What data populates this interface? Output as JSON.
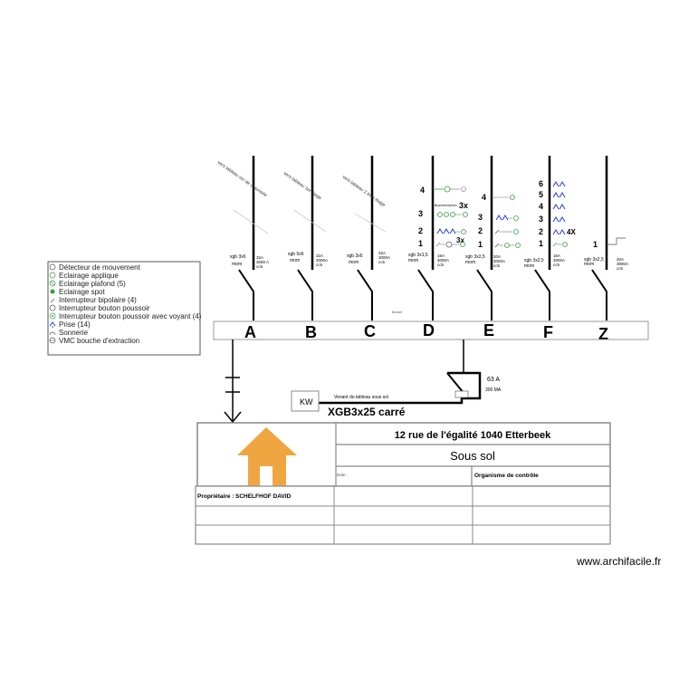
{
  "legend": {
    "items": [
      "Détecteur de mouvement",
      "Eclairage applique",
      "Eclairage plafond (5)",
      "Eclairage spot",
      "Interrupteur bipolaire (4)",
      "Interrupteur bouton poussoir",
      "Interrupteur bouton poussoir avec voyant (4)",
      "Prise (14)",
      "Sonnerie",
      "VMC bouche d'extraction"
    ]
  },
  "circuits": {
    "A": {
      "letter": "A",
      "top_note": "vers tableau rez de chaussée",
      "cable": "xgb 3x6",
      "cable2": "mom",
      "breaker": [
        "32A",
        "3000 A",
        "cc5"
      ]
    },
    "B": {
      "letter": "B",
      "top_note": "vers tableau 1er étage",
      "cable": "xgb 5x6",
      "cable2": "mom",
      "breaker": [
        "32A",
        "3000A",
        "cc5"
      ]
    },
    "C": {
      "letter": "C",
      "top_note": "vers tableau 2 ème étage",
      "cable": "xgb 3x6",
      "cable2": "mom",
      "breaker": [
        "32A",
        "3000A",
        "cc5"
      ]
    },
    "D": {
      "letter": "D",
      "cable": "xgb 3x1,5",
      "cable2": "mom",
      "breaker": [
        "16A",
        "3000A",
        "cc5"
      ],
      "levels": [
        "4",
        "3",
        "2",
        "1"
      ],
      "mult1": "3x",
      "mult2": "3x",
      "level3_note": "Bus/mm/4b/mm"
    },
    "E": {
      "letter": "E",
      "cable": "xgb 3x2,5",
      "cable2": "mom",
      "breaker": [
        "20A",
        "3000A",
        "cc5"
      ],
      "levels": [
        "4",
        "3",
        "2",
        "1"
      ]
    },
    "F": {
      "letter": "F",
      "cable": "xgb 3x2,5",
      "cable2": "mom",
      "breaker": [
        "16A",
        "3000A",
        "cc5"
      ],
      "levels": [
        "6",
        "5",
        "4",
        "3",
        "2",
        "1"
      ],
      "mult": "4X"
    },
    "Z": {
      "letter": "Z",
      "cable": "xgb 3x2,5",
      "cable2": "mom",
      "breaker": [
        "20A",
        "3000A",
        "cc5"
      ],
      "levels": [
        "1"
      ]
    }
  },
  "busbar_note": "Bornier",
  "main_breaker": {
    "rating": "63 A",
    "differential": "300 MA"
  },
  "feed": {
    "kw_label": "KW",
    "note": "Venant du tableau sous sol",
    "cable": "XGB3x25 carré"
  },
  "title_block": {
    "address": "12 rue de l'égalité 1040 Etterbeek",
    "level": "Sous sol",
    "date_label": "Date :",
    "org_label": "Organisme de contrôle",
    "owner_label": "Propriétaire :",
    "owner_name": "SCHELFHOF DAVID"
  },
  "colors": {
    "line": "#000000",
    "blue_symbol": "#1f3fd6",
    "green_symbol": "#3a9c3a",
    "house": "#f0a640",
    "frame": "#888888"
  },
  "watermark": "www.archifacile.fr"
}
